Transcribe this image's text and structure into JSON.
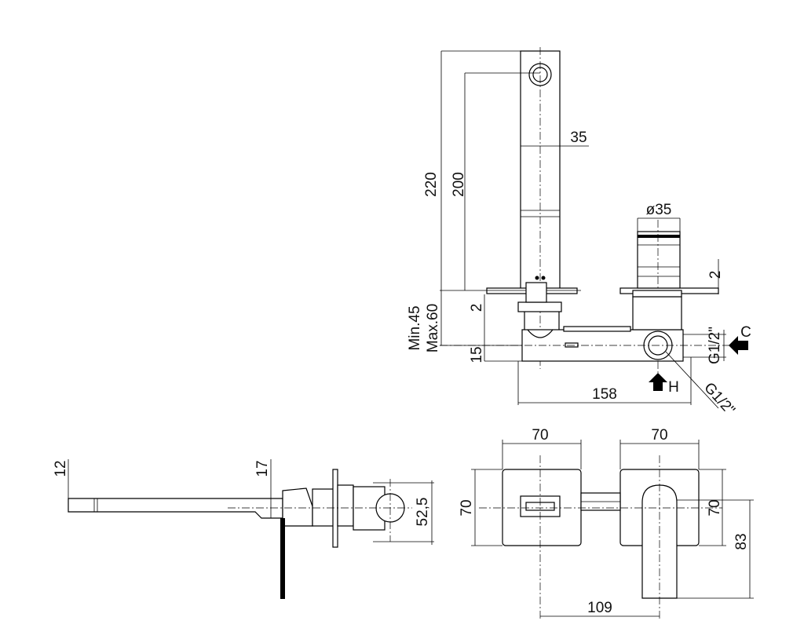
{
  "top_view": {
    "height_total": "220",
    "height_spout": "200",
    "spout_width": "35",
    "handle_diameter": "ø35",
    "plate_thickness_left": "2",
    "plate_thickness_right": "2",
    "wall_min": "Min.45",
    "wall_max": "Max.60",
    "body_offset": "15",
    "cold_inlet_thread": "G1/2\"",
    "cold_label": "C",
    "hot_label": "H",
    "hot_inlet_thread": "G1/2\"",
    "body_length": "158"
  },
  "side_view": {
    "spout_thickness": "12",
    "spout_base": "17",
    "body_height": "52,5"
  },
  "front_view": {
    "left_plate_width": "70",
    "right_plate_width": "70",
    "left_plate_height": "70",
    "right_plate_height": "70",
    "handle_height": "83",
    "center_distance": "109"
  }
}
